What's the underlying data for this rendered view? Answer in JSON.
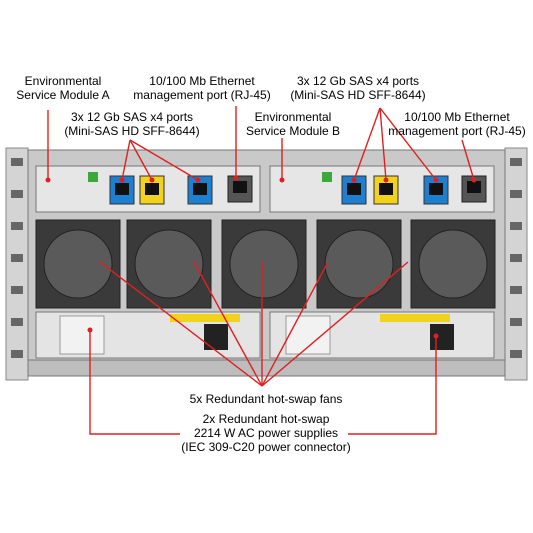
{
  "labels": {
    "esm_a": [
      "Environmental",
      "Service Module A"
    ],
    "eth_a": [
      "10/100 Mb Ethernet",
      "management port (RJ-45)"
    ],
    "sas_a": [
      "3x 12 Gb SAS x4 ports",
      "(Mini-SAS HD SFF-8644)"
    ],
    "sas_b": [
      "3x 12 Gb SAS x4 ports",
      "(Mini-SAS HD SFF-8644)"
    ],
    "esm_b": [
      "Environmental",
      "Service Module B"
    ],
    "eth_b": [
      "10/100 Mb Ethernet",
      "management port (RJ-45)"
    ],
    "fans": "5x Redundant hot-swap fans",
    "psu": [
      "2x Redundant hot-swap",
      "2214 W AC power supplies",
      "(IEC 309-C20 power connector)"
    ]
  },
  "colors": {
    "callout": "#e02020",
    "chassis": "#c9c9c9",
    "fan_dark": "#3a3a3a",
    "port_yellow": "#f2d21b",
    "port_blue": "#1d7fd0"
  }
}
